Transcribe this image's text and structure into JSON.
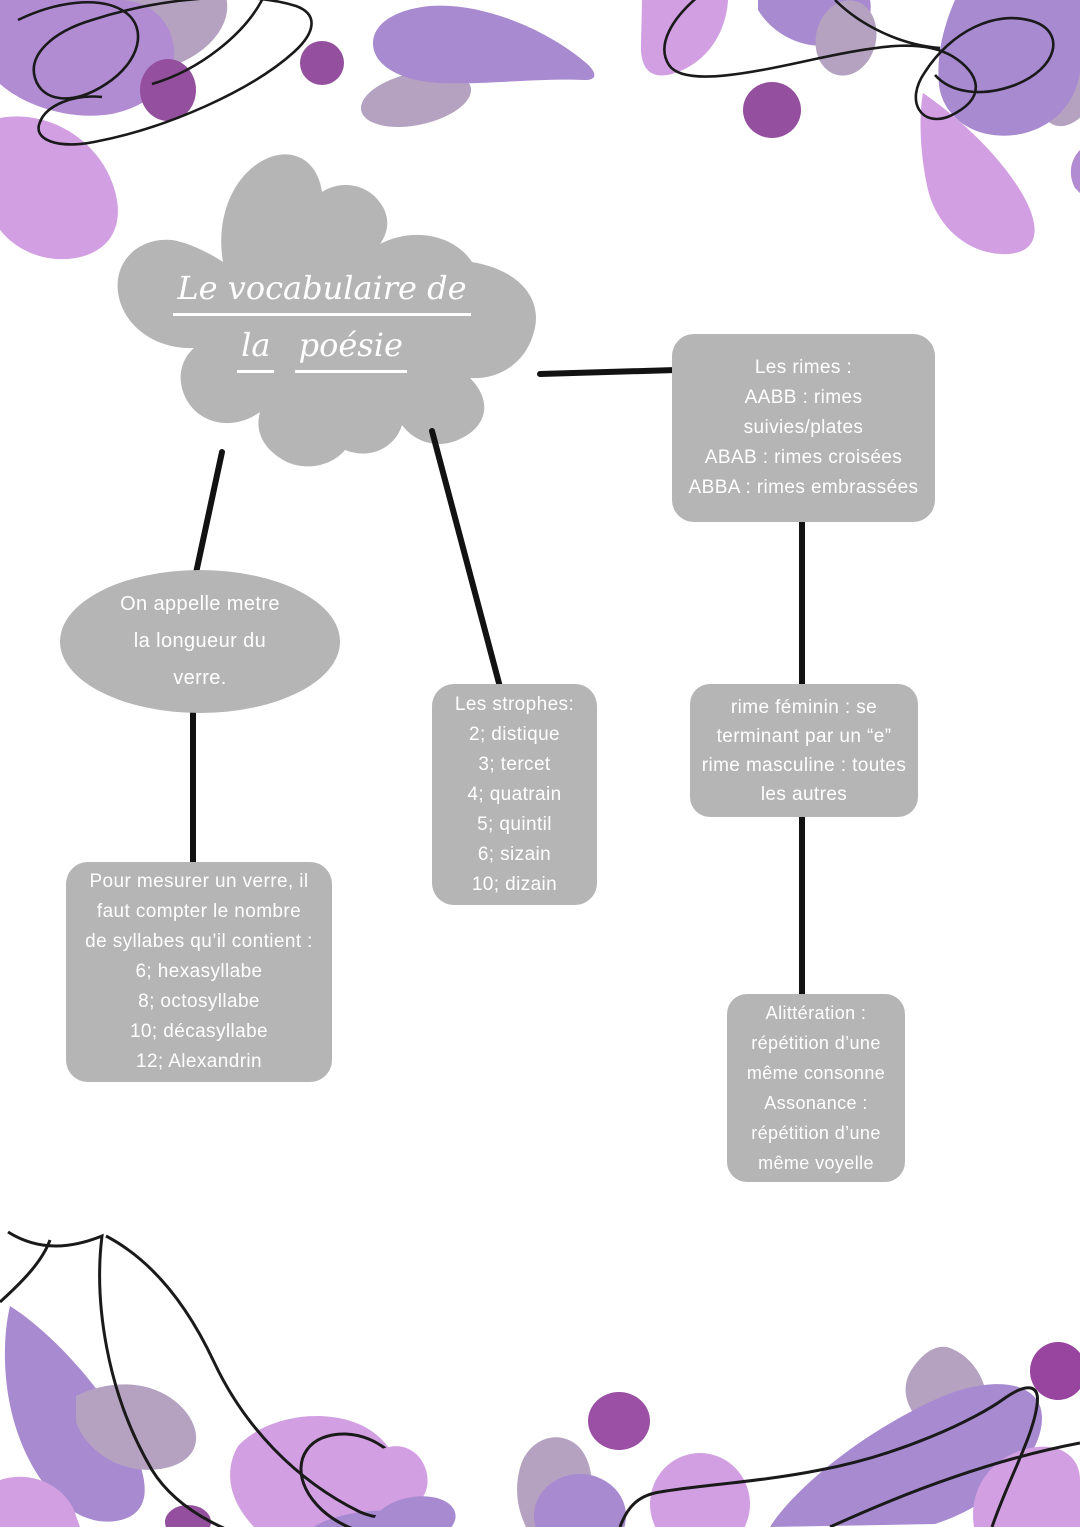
{
  "title": {
    "line1": "Le vocabulaire de",
    "line2_word1": "la",
    "line2_word2": "poésie"
  },
  "nodes": {
    "rimes": "Les rimes :\nAABB : rimes\nsuivies/plates\nABAB : rimes croisées\nABBA : rimes embrassées",
    "metre": "On appelle metre\nla longueur du\nverre.",
    "strophes": "Les strophes:\n2; distique\n3; tercet\n4; quatrain\n5; quintil\n6; sizain\n10; dizain",
    "feminin": "rime féminin : se\nterminant par un “e”\nrime masculine : toutes\nles autres",
    "mesurer": "Pour mesurer un verre, il\nfaut compter le nombre\nde syllabes qu’il contient :\n6; hexasyllabe\n8; octosyllabe\n10; décasyllabe\n12; Alexandrin",
    "alitteration": "Alittération :\nrépétition d’une\nmême consonne\nAssonance :\nrépétition d’une\nmême voyelle"
  },
  "colors": {
    "node_gray": "#b5b5b5",
    "connector_black": "#121212",
    "purple_medium": "#b18cd2",
    "purple_deep": "#a88ad0",
    "pink_light": "#d2a0e2",
    "mauve": "#b5a2c1",
    "plum_dark": "#94509e",
    "text_white": "#ffffff"
  }
}
